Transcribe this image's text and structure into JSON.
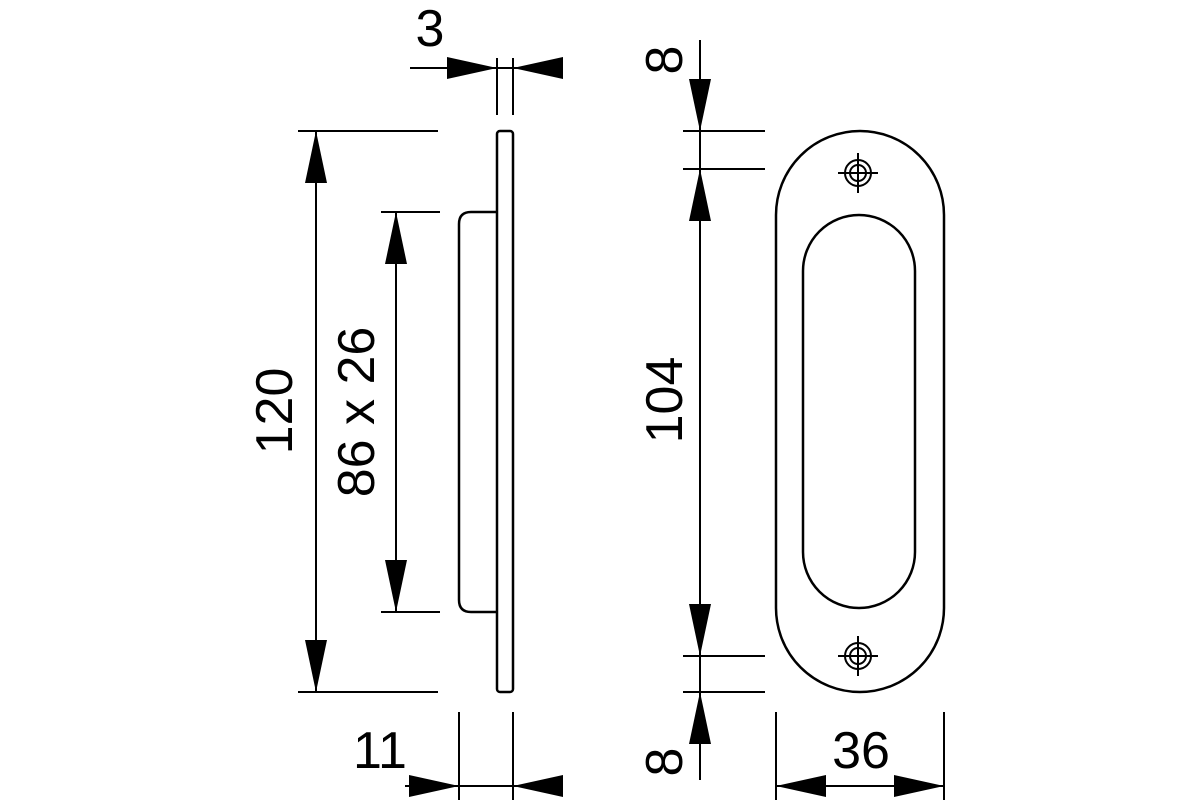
{
  "dimensions": {
    "plate_thickness": "3",
    "overall_height": "120",
    "recess_size": "86 x 26",
    "depth": "11",
    "top_offset": "8",
    "hole_spacing": "104",
    "bottom_offset": "8",
    "width": "36"
  }
}
